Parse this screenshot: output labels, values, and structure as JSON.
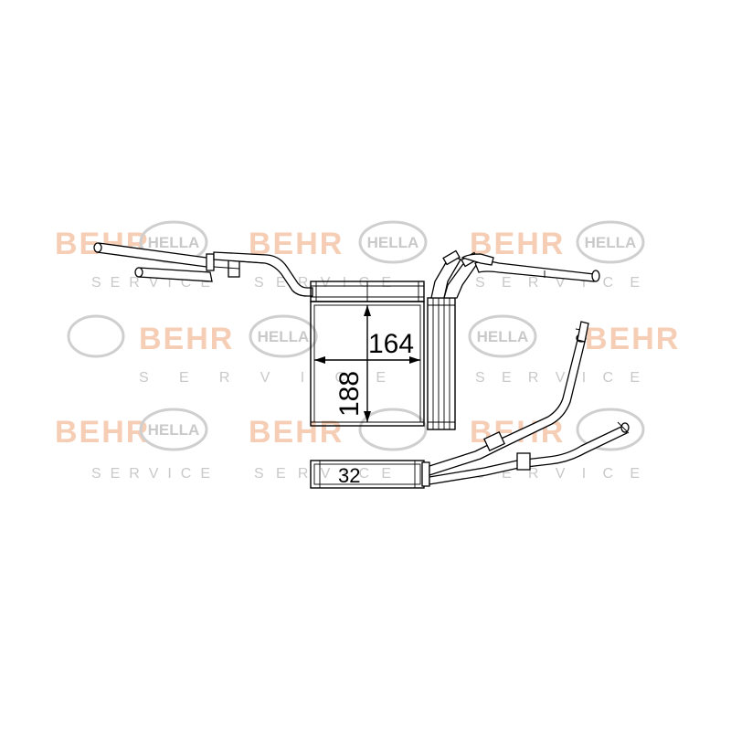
{
  "watermark": {
    "behr_text": "BEHR",
    "hella_text": "HELLA",
    "service_text": "S E R V I C E",
    "behr_color": "#f6cdb5",
    "hella_color": "#c9c9c9",
    "service_color": "#c9c9c9"
  },
  "dimensions": {
    "width_label": "164",
    "height_label": "188",
    "depth_label": "32"
  },
  "colors": {
    "line": "#000000",
    "background": "#ffffff"
  }
}
